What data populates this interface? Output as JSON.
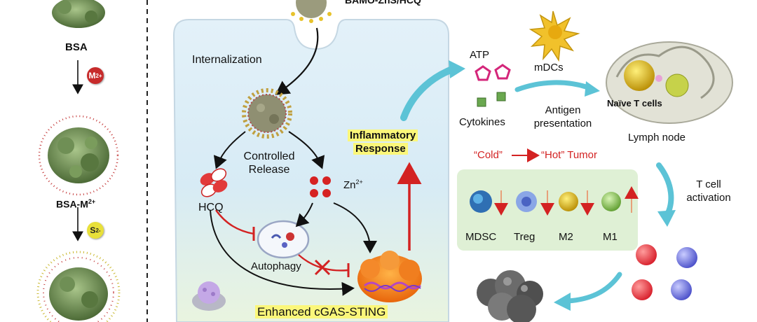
{
  "left_panel": {
    "bsa_label": "BSA",
    "metal_ion_badge": "M",
    "metal_ion_charge": "2+",
    "bsa_m_label": "BSA-M",
    "bsa_m_charge": "2+",
    "sulfide_badge": "S",
    "sulfide_charge": "2-"
  },
  "cell": {
    "nanoparticle_label": "BAMO-ZnS/HCQ",
    "internalization": "Internalization",
    "controlled_release_line1": "Controlled",
    "controlled_release_line2": "Release",
    "hcq": "HCQ",
    "zn_ion": "Zn",
    "zn_charge": "2+",
    "autophagy": "Autophagy",
    "inflammatory_line1": "Inflammatory",
    "inflammatory_line2": "Response",
    "cgas_sting": "Enhanced cGAS-STING"
  },
  "immune": {
    "atp": "ATP",
    "mdcs": "mDCs",
    "cytokines": "Cytokines",
    "antigen_line1": "Antigen",
    "antigen_line2": "presentation",
    "naive_t_cells": "Naïve T cells",
    "lymph_node": "Lymph node",
    "cold": "“Cold”",
    "hot_tumor": "“Hot” Tumor",
    "t_cell_line1": "T cell",
    "t_cell_line2": "activation",
    "cells": [
      "MDSC",
      "Treg",
      "M2",
      "M1"
    ]
  },
  "colors": {
    "cell_fill": "#dcecf6",
    "arrow_red": "#d32222",
    "arrow_teal": "#5cc3d6",
    "highlight": "#fbf77a",
    "m_badge": "#c72b2b",
    "s_badge": "#e8e03a",
    "cell_panel": "#dff0d5"
  }
}
